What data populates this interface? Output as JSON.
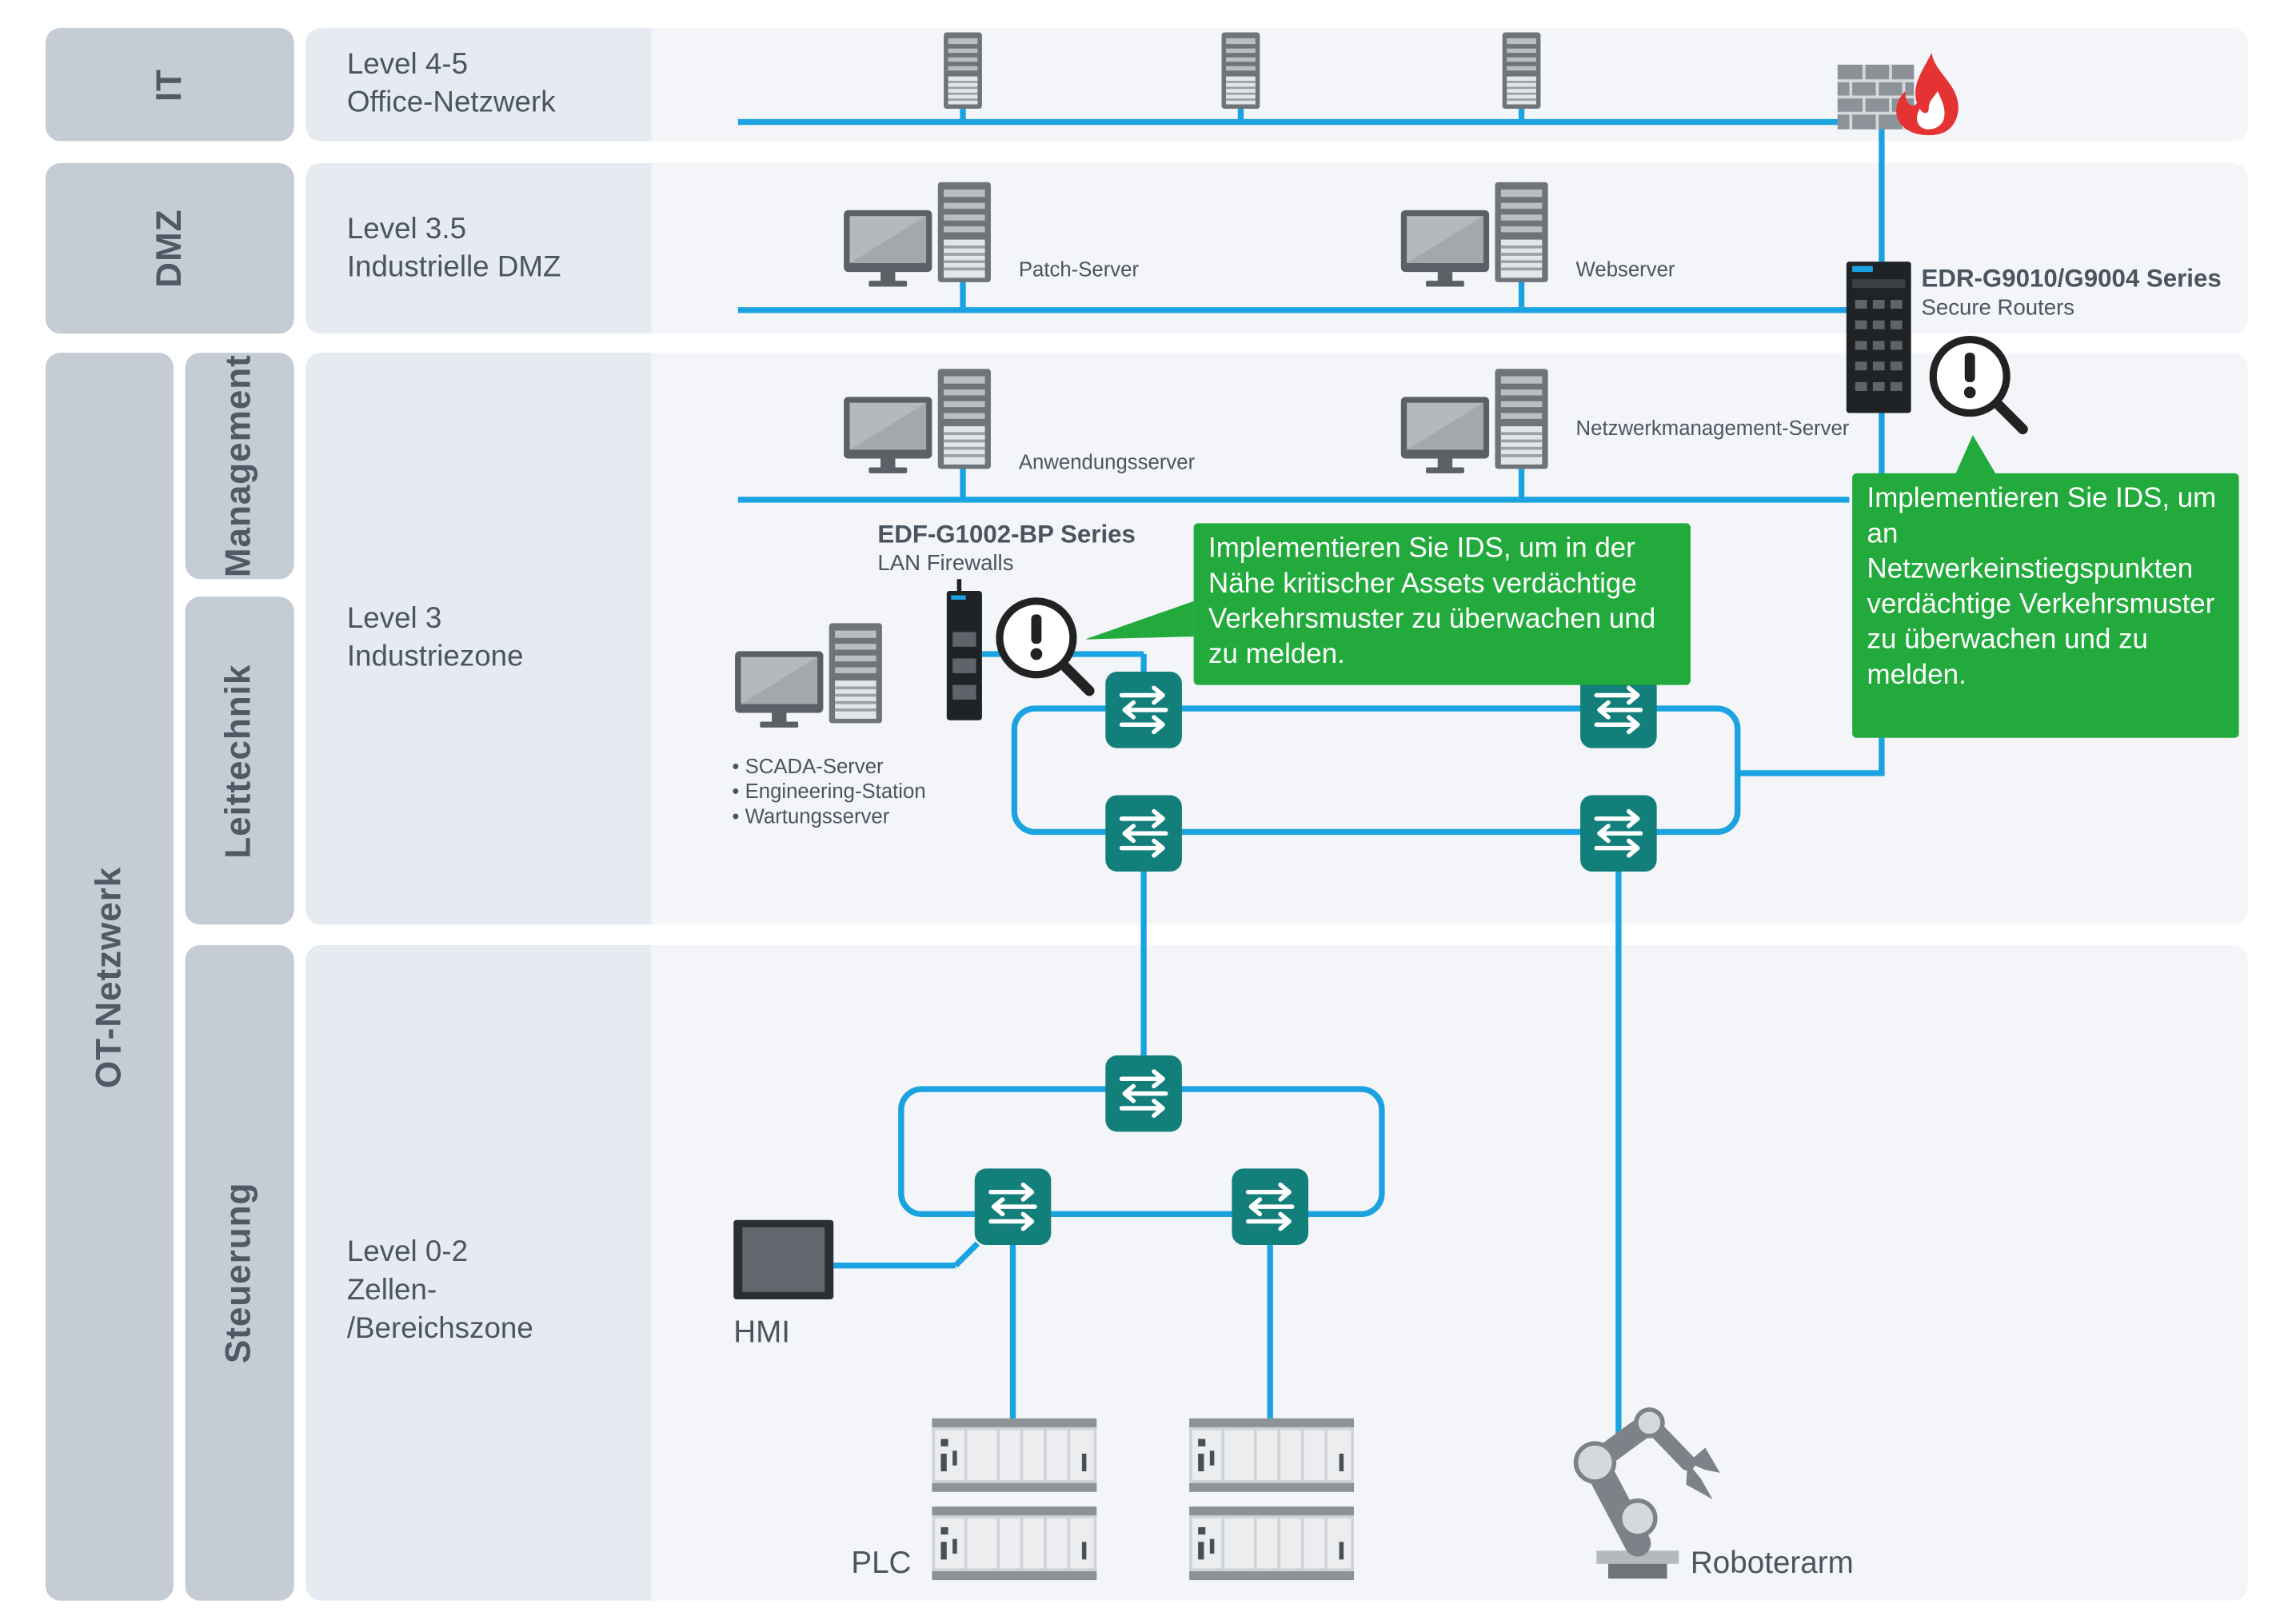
{
  "zones": {
    "it": "IT",
    "dmz": "DMZ",
    "ot": "OT-Netzwerk",
    "management": "Management",
    "leittechnik": "Leittechnik",
    "steuerung": "Steuerung"
  },
  "levels": {
    "l45_line1": "Level 4-5",
    "l45_line2": "Office-Netzwerk",
    "l35_line1": "Level 3.5",
    "l35_line2": "Industrielle DMZ",
    "l3_line1": "Level 3",
    "l3_line2": "Industriezone",
    "l02_line1": "Level 0-2",
    "l02_line2": "Zellen-",
    "l02_line3": "/Bereichszone"
  },
  "servers": {
    "patch": "Patch-Server",
    "web": "Webserver",
    "app": "Anwendungsserver",
    "netmgmt": "Netzwerkmanagement-Server"
  },
  "router": {
    "title": "EDR-G9010/G9004 Series",
    "subtitle": "Secure Routers"
  },
  "firewall_device": {
    "title": "EDF-G1002-BP Series",
    "subtitle": "LAN Firewalls"
  },
  "callouts": {
    "right": "Implementieren Sie IDS, um an Netzwerkeinstiegspunkten verdächtige Verkehrsmuster zu überwachen und zu melden.",
    "middle": "Implementieren Sie IDS, um in der Nähe kritischer Assets verdächtige Verkehrsmuster zu überwachen und zu melden."
  },
  "scada_list": [
    "SCADA-Server",
    "Engineering-Station",
    "Wartungsserver"
  ],
  "devices": {
    "hmi": "HMI",
    "plc": "PLC",
    "robot": "Roboterarm"
  },
  "colors": {
    "network_line": "#1aa3e0",
    "switch": "#137f7b",
    "callout": "#22ab3c",
    "zone_gray": "#c5ccd3",
    "panel_light": "#e6ebf1",
    "panel_lighter": "#f3f5f8",
    "firewall_flame": "#e53232"
  },
  "icons": [
    "tower-server-icon",
    "desktop-monitor-icon",
    "firewall-brick-icon",
    "router-device-icon",
    "lan-firewall-device-icon",
    "ids-magnifier-alert-icon",
    "network-switch-icon",
    "hmi-panel-icon",
    "plc-rack-icon",
    "robot-arm-icon"
  ]
}
